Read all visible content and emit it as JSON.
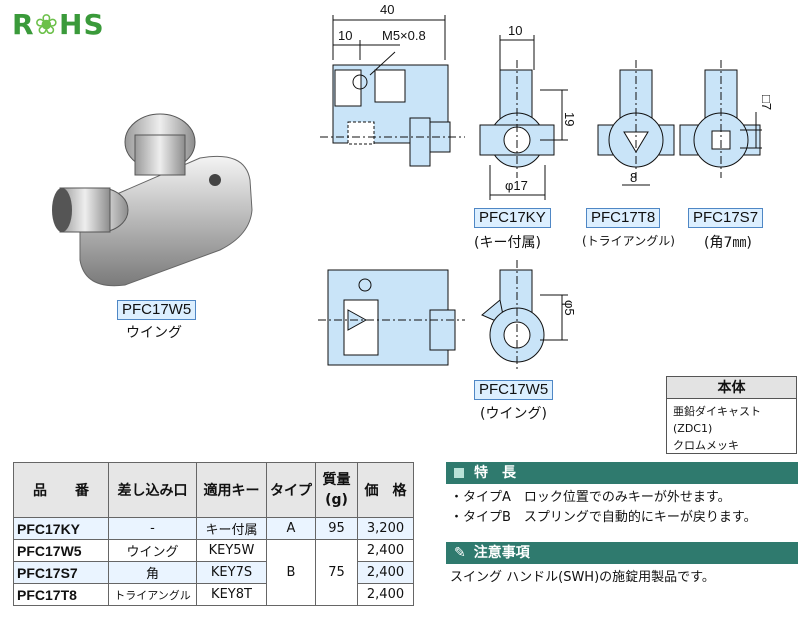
{
  "logo": {
    "r": "R",
    "o": "❀",
    "hs": "HS"
  },
  "product_photo_label": "PFC17W5",
  "product_photo_sublabel": "ウイング",
  "dims": {
    "d40": "40",
    "d10a": "10",
    "thread": "M5×0.8",
    "d10b": "10",
    "d19": "19",
    "d17": "φ17",
    "d8": "8",
    "d7": "□7",
    "d5": "φ5"
  },
  "variants": [
    {
      "code": "PFC17KY",
      "sub": "(キー付属)"
    },
    {
      "code": "PFC17T8",
      "sub": "(トライアングル)"
    },
    {
      "code": "PFC17S7",
      "sub": "(角7㎜)"
    },
    {
      "code": "PFC17W5",
      "sub": "(ウイング)"
    }
  ],
  "material": {
    "header": "本体",
    "line1": "亜鉛ダイキャスト(ZDC1)",
    "line2": "クロムメッキ"
  },
  "table": {
    "headers": [
      "品　　番",
      "差し込み口",
      "適用キー",
      "タイプ",
      "質量\n(g)",
      "価　格"
    ],
    "rows": [
      {
        "part": "PFC17KY",
        "insert": "-",
        "key": "キー付属",
        "type": "A",
        "mass": "95",
        "price": "3,200"
      },
      {
        "part": "PFC17W5",
        "insert": "ウイング",
        "key": "KEY5W",
        "price": "2,400"
      },
      {
        "part": "PFC17S7",
        "insert": "角",
        "key": "KEY7S",
        "price": "2,400"
      },
      {
        "part": "PFC17T8",
        "insert": "トライアングル",
        "key": "KEY8T",
        "price": "2,400"
      }
    ],
    "type_b": "B",
    "mass_b": "75"
  },
  "features": {
    "title": "特　長",
    "items": [
      "・タイプA　ロック位置でのみキーが外せます。",
      "・タイプB　スプリングで自動的にキーが戻ります。"
    ]
  },
  "notes": {
    "title": "注意事項",
    "text": "スイング ハンドル(SWH)の施錠用製品です。"
  },
  "colors": {
    "part_fill": "#c9e4f8",
    "accent": "#2f7a6e",
    "label_fill": "#dcefff"
  }
}
